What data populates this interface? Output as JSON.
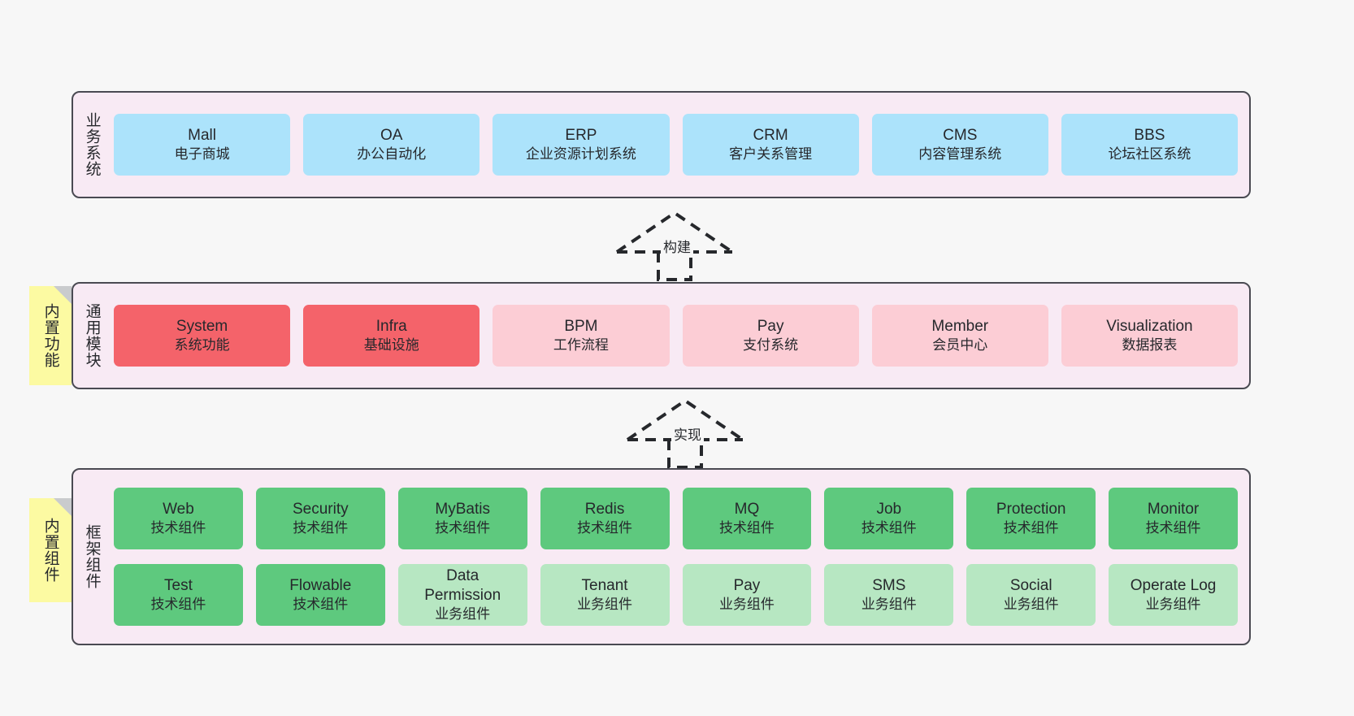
{
  "diagram": {
    "background_color": "#f7f7f7",
    "layer_fill": "#f8eaf4",
    "layer_border": "#4a4a52",
    "sticky_color": "#fcfaa2"
  },
  "layers": [
    {
      "id": "business",
      "title": "业务系统",
      "node_color": "#ace3fb",
      "rows": [
        {
          "nodes": [
            {
              "name": "Mall",
              "sub": "电子商城",
              "style": "n-blue"
            },
            {
              "name": "OA",
              "sub": "办公自动化",
              "style": "n-blue"
            },
            {
              "name": "ERP",
              "sub": "企业资源计划系统",
              "style": "n-blue"
            },
            {
              "name": "CRM",
              "sub": "客户关系管理",
              "style": "n-blue"
            },
            {
              "name": "CMS",
              "sub": "内容管理系统",
              "style": "n-blue"
            },
            {
              "name": "BBS",
              "sub": "论坛社区系统",
              "style": "n-blue"
            }
          ]
        }
      ]
    },
    {
      "id": "common",
      "title": "通用模块",
      "sticky": "内置功能",
      "rows": [
        {
          "nodes": [
            {
              "name": "System",
              "sub": "系统功能",
              "style": "n-red"
            },
            {
              "name": "Infra",
              "sub": "基础设施",
              "style": "n-red"
            },
            {
              "name": "BPM",
              "sub": "工作流程",
              "style": "n-pink"
            },
            {
              "name": "Pay",
              "sub": "支付系统",
              "style": "n-pink"
            },
            {
              "name": "Member",
              "sub": "会员中心",
              "style": "n-pink"
            },
            {
              "name": "Visualization",
              "sub": "数据报表",
              "style": "n-pink"
            }
          ]
        }
      ]
    },
    {
      "id": "framework",
      "title": "框架组件",
      "sticky": "内置组件",
      "rows": [
        {
          "nodes": [
            {
              "name": "Web",
              "sub": "技术组件",
              "style": "n-green"
            },
            {
              "name": "Security",
              "sub": "技术组件",
              "style": "n-green"
            },
            {
              "name": "MyBatis",
              "sub": "技术组件",
              "style": "n-green"
            },
            {
              "name": "Redis",
              "sub": "技术组件",
              "style": "n-green"
            },
            {
              "name": "MQ",
              "sub": "技术组件",
              "style": "n-green"
            },
            {
              "name": "Job",
              "sub": "技术组件",
              "style": "n-green"
            },
            {
              "name": "Protection",
              "sub": "技术组件",
              "style": "n-green"
            },
            {
              "name": "Monitor",
              "sub": "技术组件",
              "style": "n-green"
            }
          ]
        },
        {
          "nodes": [
            {
              "name": "Test",
              "sub": "技术组件",
              "style": "n-green"
            },
            {
              "name": "Flowable",
              "sub": "技术组件",
              "style": "n-green"
            },
            {
              "name": "Data\nPermission",
              "sub": "业务组件",
              "style": "n-lightgreen"
            },
            {
              "name": "Tenant",
              "sub": "业务组件",
              "style": "n-lightgreen"
            },
            {
              "name": "Pay",
              "sub": "业务组件",
              "style": "n-lightgreen"
            },
            {
              "name": "SMS",
              "sub": "业务组件",
              "style": "n-lightgreen"
            },
            {
              "name": "Social",
              "sub": "业务组件",
              "style": "n-lightgreen"
            },
            {
              "name": "Operate Log",
              "sub": "业务组件",
              "style": "n-lightgreen"
            }
          ]
        }
      ]
    }
  ],
  "connectors": [
    {
      "id": "build",
      "label": "构建",
      "from": "common",
      "to": "business",
      "style": "dashed-generalization"
    },
    {
      "id": "impl",
      "label": "实现",
      "from": "framework",
      "to": "common",
      "style": "dashed-generalization"
    }
  ]
}
